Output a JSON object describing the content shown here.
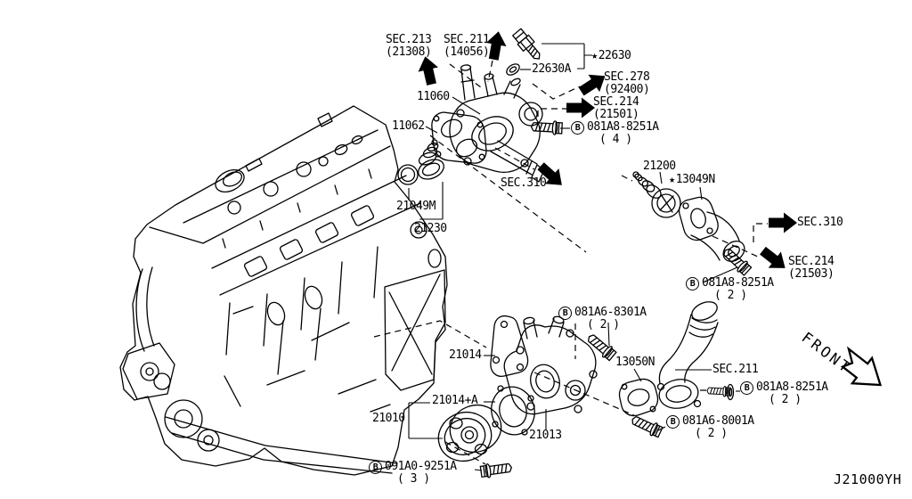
{
  "diagram_code": "J21000YH",
  "front_label": "FRONT",
  "colors": {
    "line": "#000000",
    "background": "#ffffff"
  },
  "labels": {
    "sec213": {
      "l1": "SEC.213",
      "l2": "(21308)"
    },
    "sec211_top": {
      "l1": "SEC.211",
      "l2": "(14056)"
    },
    "p22630": {
      "star": "★",
      "text": "22630"
    },
    "p22630a": {
      "text": "22630A"
    },
    "sec278": {
      "l1": "SEC.278",
      "l2": "(92400)"
    },
    "sec214_21501": {
      "l1": "SEC.214",
      "l2": "(21501)"
    },
    "p11060": {
      "text": "11060"
    },
    "p11062": {
      "text": "11062"
    },
    "b081a8_8251a_4": {
      "b": "B",
      "text": "081A8-8251A",
      "qty": "( 4 )"
    },
    "sec310_mid": {
      "text": "SEC.310"
    },
    "p21049m": {
      "text": "21049M"
    },
    "p21230": {
      "text": "21230"
    },
    "p21200": {
      "text": "21200"
    },
    "p13049n": {
      "star": "★",
      "text": "13049N"
    },
    "sec310_right": {
      "text": "SEC.310"
    },
    "sec214_21503": {
      "l1": "SEC.214",
      "l2": "(21503)"
    },
    "b081a8_8251a_2a": {
      "b": "B",
      "text": "081A8-8251A",
      "qty": "( 2 )"
    },
    "b081a6_8301a": {
      "b": "B",
      "text": "081A6-8301A",
      "qty": "( 2 )"
    },
    "p21014": {
      "text": "21014"
    },
    "p13050n": {
      "text": "13050N"
    },
    "sec211_bottom": {
      "text": "SEC.211"
    },
    "b081a8_8251a_2b": {
      "b": "B",
      "text": "081A8-8251A",
      "qty": "( 2 )"
    },
    "p21014a": {
      "text": "21014+A"
    },
    "p21010": {
      "text": "21010"
    },
    "b081a6_8001a": {
      "b": "B",
      "text": "081A6-8001A",
      "qty": "( 2 )"
    },
    "p21013": {
      "text": "21013"
    },
    "b091a0_9251a": {
      "b": "B",
      "text": "091A0-9251A",
      "qty": "( 3 )"
    }
  }
}
